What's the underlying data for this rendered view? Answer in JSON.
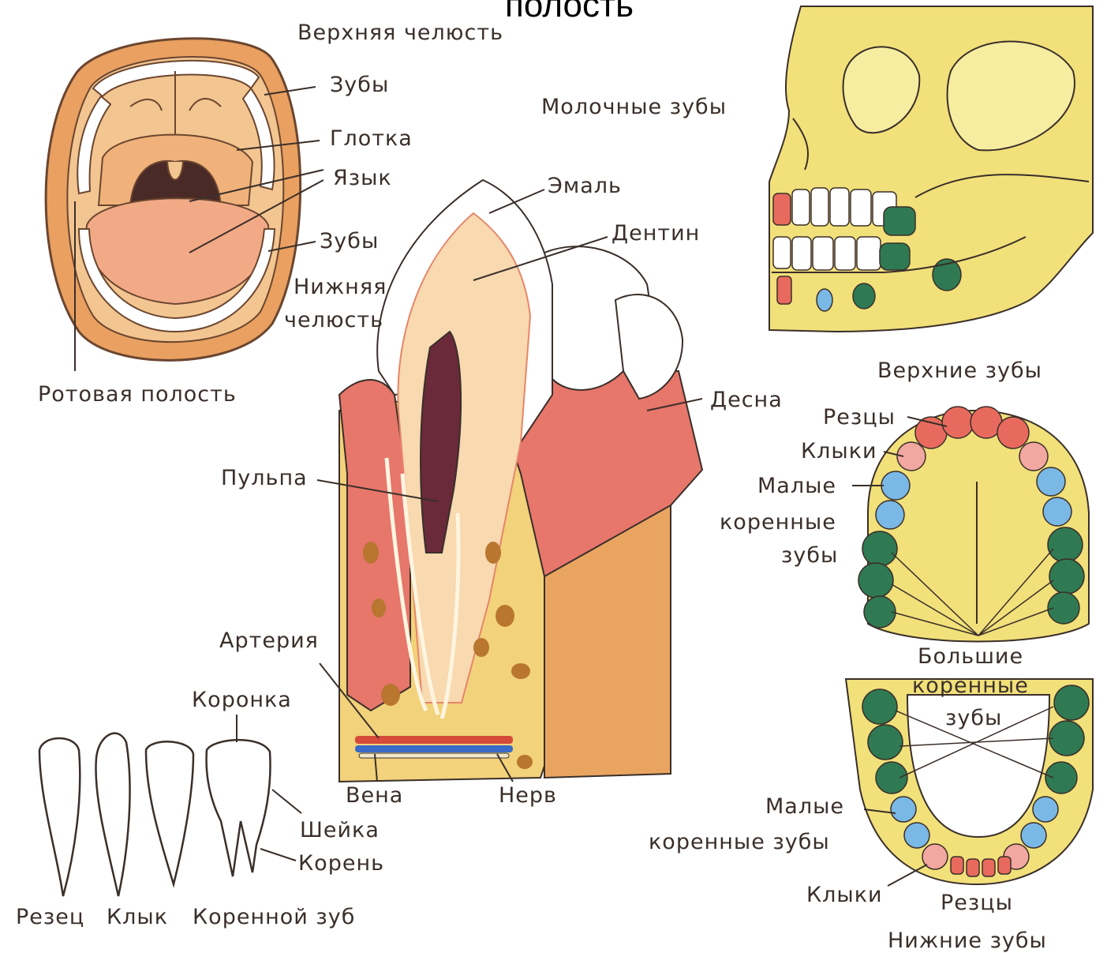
{
  "title_fragment": "полость",
  "colors": {
    "skin": "#e9a060",
    "inner": "#f3c590",
    "gum": "#e7766b",
    "bone": "#f2e07a",
    "molar_green": "#2f7a52",
    "premolar_blue": "#7ab8e6",
    "incisor_red": "#e86a5e",
    "ink": "#3a2f2a"
  },
  "mouth": {
    "upper_jaw": "Верхняя челюсть",
    "teeth_top": "Зубы",
    "pharynx": "Глотка",
    "tongue": "Язык",
    "teeth_bottom": "Зубы",
    "lower_jaw_1": "Нижняя",
    "lower_jaw_2": "челюсть",
    "oral_cavity": "Ротовая полость"
  },
  "skull": {
    "milk_teeth": "Молочные зубы"
  },
  "cross_section": {
    "enamel": "Эмаль",
    "dentin": "Дентин",
    "gum": "Десна",
    "pulp": "Пульпа",
    "artery": "Артерия",
    "crown": "Коронка",
    "vein": "Вена",
    "nerve": "Нерв",
    "neck": "Шейка",
    "root": "Корень"
  },
  "tooth_types": {
    "incisor": "Резец",
    "canine": "Клык",
    "molar": "Коренной зуб"
  },
  "upper_arch": {
    "title": "Верхние зубы",
    "incisors": "Резцы",
    "canines": "Клыки",
    "premolars_1": "Малые",
    "premolars_2": "коренные",
    "premolars_3": "зубы",
    "molars_1": "Большие",
    "molars_2": "коренные",
    "molars_3": "зубы"
  },
  "lower_arch": {
    "premolars_1": "Малые",
    "premolars_2": "коренные зубы",
    "canines": "Клыки",
    "incisors": "Резцы",
    "title": "Нижние зубы"
  }
}
